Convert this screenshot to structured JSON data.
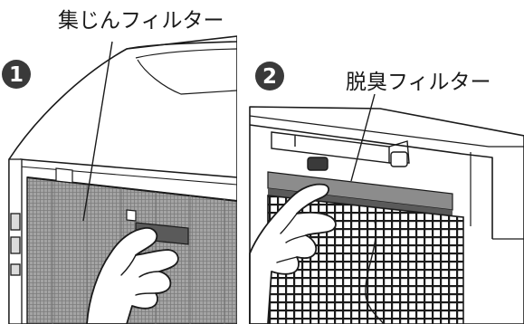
{
  "panel1": {
    "step_number": "1",
    "label": "集じんフィルター"
  },
  "panel2": {
    "step_number": "2",
    "label": "脱臭フィルター"
  },
  "colors": {
    "line": "#1a1a1a",
    "filter_gray": "#9a9a9a",
    "filter_dark": "#5a5a5a",
    "strip_gray": "#8c8c8c",
    "badge": "#3a3a3a",
    "background": "#ffffff"
  }
}
